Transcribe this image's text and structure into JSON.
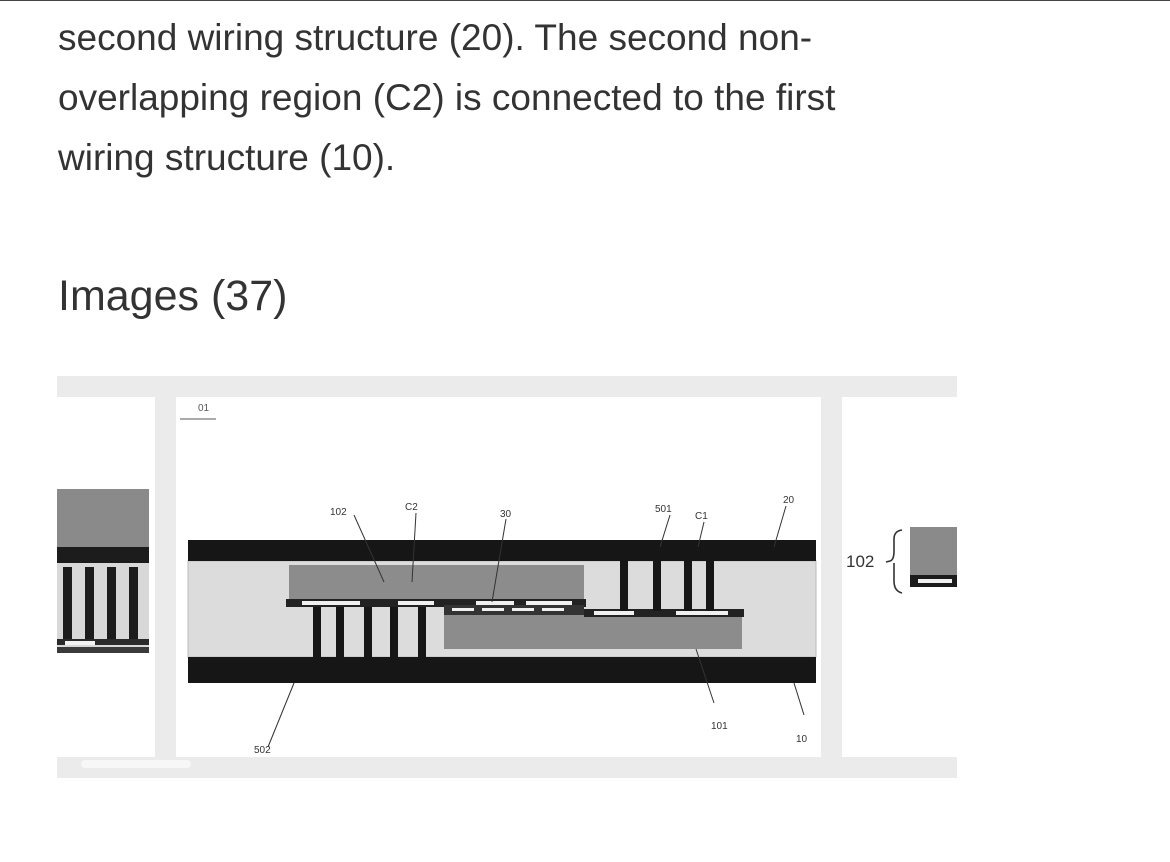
{
  "abstract": {
    "lines": [
      "second wiring structure (20). The second non-",
      "overlapping region (C2) is connected to the first",
      "wiring structure (10)."
    ]
  },
  "images": {
    "heading": "Images (37)",
    "figure_labels": {
      "assembly": "01",
      "region_102": "102",
      "region_c2": "C2",
      "element_30": "30",
      "element_501": "501",
      "region_c1": "C1",
      "structure_20": "20",
      "element_101": "101",
      "structure_10": "10",
      "element_502": "502"
    },
    "right_thumb_label": "102"
  }
}
